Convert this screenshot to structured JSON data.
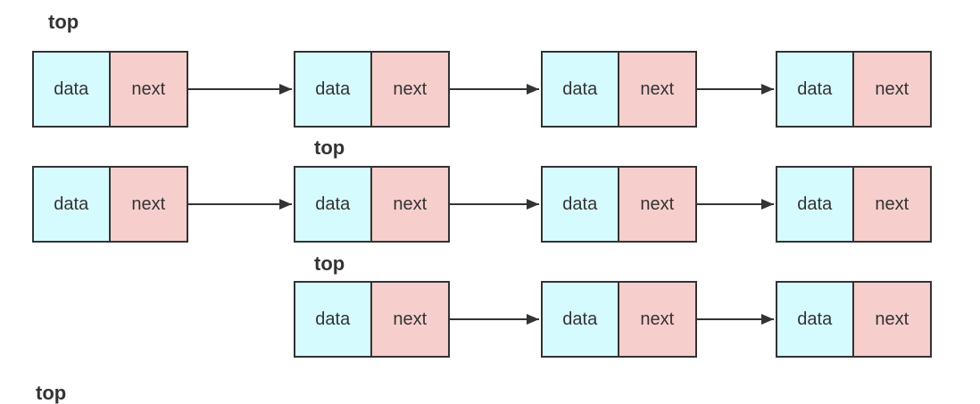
{
  "colors": {
    "data_fill": "#d6fbff",
    "next_fill": "#f6cfcc",
    "stroke": "#333333"
  },
  "rows": [
    {
      "top_label": "top",
      "nodes": [
        {
          "data": "data",
          "next": "next"
        },
        {
          "data": "data",
          "next": "next"
        },
        {
          "data": "data",
          "next": "next"
        },
        {
          "data": "data",
          "next": "next"
        }
      ]
    },
    {
      "top_label": "top",
      "nodes": [
        {
          "data": "data",
          "next": "next"
        },
        {
          "data": "data",
          "next": "next"
        },
        {
          "data": "data",
          "next": "next"
        },
        {
          "data": "data",
          "next": "next"
        }
      ]
    },
    {
      "top_label": "top",
      "nodes": [
        {
          "data": "data",
          "next": "next"
        },
        {
          "data": "data",
          "next": "next"
        },
        {
          "data": "data",
          "next": "next"
        }
      ]
    }
  ],
  "cut_text": "top"
}
